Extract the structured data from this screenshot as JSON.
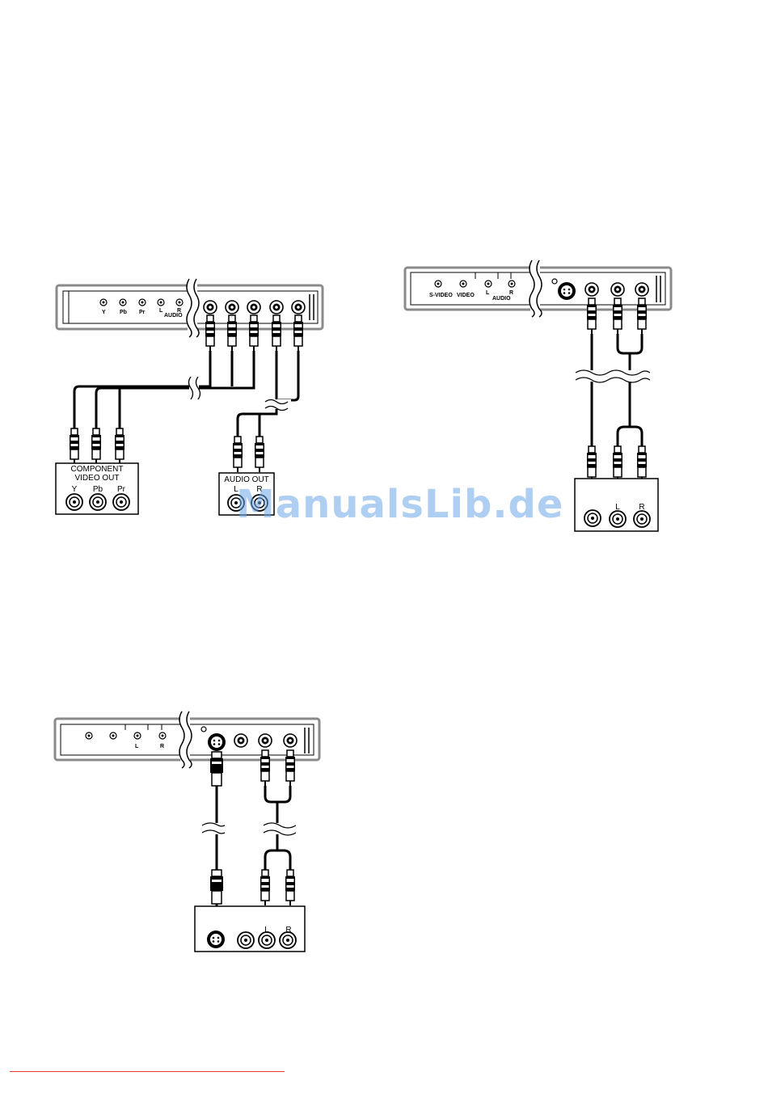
{
  "diagram1": {
    "panel_labels": [
      "Y",
      "Pb",
      "Pr",
      "L",
      "R",
      "AUDIO"
    ],
    "device_title_line1": "COMPONENT",
    "device_title_line2": "VIDEO OUT",
    "device_jack_labels": [
      "Y",
      "Pb",
      "Pr"
    ],
    "audio_title": "AUDIO OUT",
    "audio_jack_labels": [
      "L",
      "R"
    ]
  },
  "diagram2": {
    "panel_labels": [
      "S-VIDEO",
      "VIDEO",
      "L",
      "R",
      "AUDIO"
    ],
    "device_jack_labels": [
      "L",
      "R"
    ]
  },
  "diagram3": {
    "panel_labels": [
      "L",
      "R"
    ],
    "device_jack_labels": [
      "L",
      "R"
    ]
  },
  "watermark": "ManualsLib.de",
  "colors": {
    "line": "#000000",
    "panel": "#8a8a8a",
    "watermark": "#6ea8e8",
    "footer_line": "#e53935"
  }
}
